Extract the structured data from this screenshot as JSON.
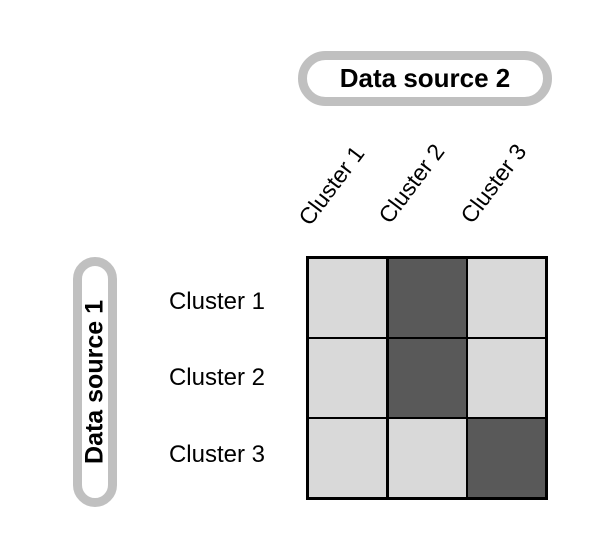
{
  "colors": {
    "background": "#ffffff",
    "pill_border": "#c0c0c0",
    "pill_fill": "#ffffff",
    "label_text": "#000000",
    "grid_line": "#000000",
    "cell_light": "#d9d9d9",
    "cell_dark": "#595959"
  },
  "chart_data": {
    "type": "heatmap",
    "col_axis_title": "Data source 2",
    "row_axis_title": "Data source 1",
    "columns": [
      "Cluster 1",
      "Cluster 2",
      "Cluster 3"
    ],
    "rows": [
      "Cluster 1",
      "Cluster 2",
      "Cluster 3"
    ],
    "cell_shades": [
      [
        "light",
        "dark",
        "light"
      ],
      [
        "light",
        "dark",
        "light"
      ],
      [
        "light",
        "light",
        "dark"
      ]
    ],
    "shade_values": {
      "light": "#d9d9d9",
      "dark": "#595959"
    }
  }
}
